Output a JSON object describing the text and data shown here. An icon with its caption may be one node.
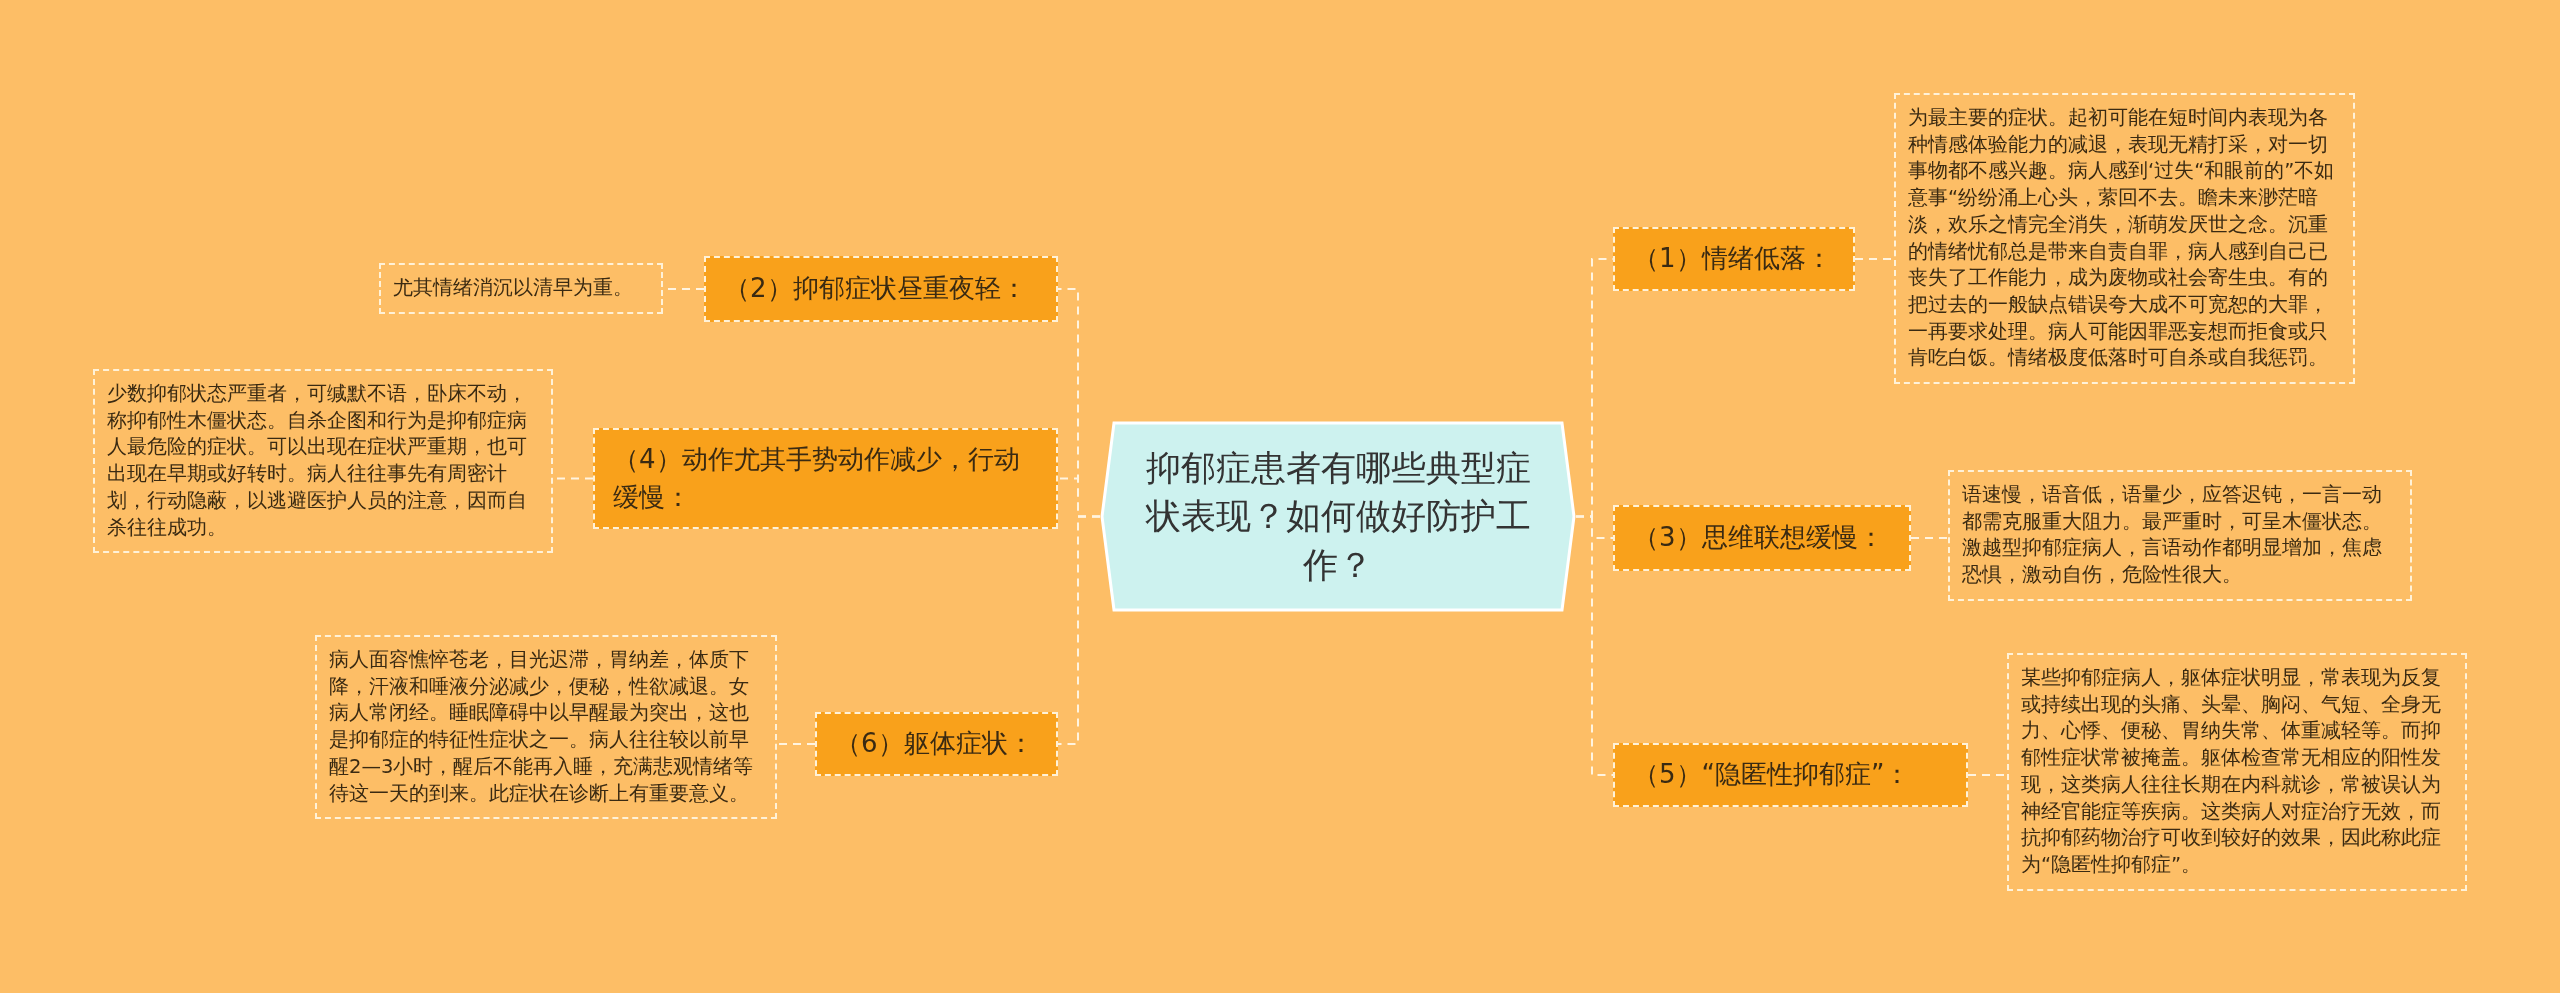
{
  "diagram": {
    "nodes": [
      {
        "text": [
          "抑郁症患者有哪些典型症状表现？如何做好防护工作？"
        ]
      },
      {
        "text": [
          "（1）情绪低落："
        ]
      },
      {
        "text": [
          "为最主要的症状。起初可能在短时间内表现为各种情感体验能力的减退，表现无精打采，对一切事物都不感兴趣。病人感到‘过失“和眼前的”不如意事“纷纷涌上心头，萦回不去。瞻未来渺茫暗淡，欢乐之情完全消失，渐萌发厌世之念。沉重的情绪忧郁总是带来自责自罪，病人感到自己已丧失了工作能力，成为废物或社会寄生虫。有的把过去的一般缺点错误夸大成不可宽恕的大罪，一再要求处理。病人可能因罪恶妄想而拒食或只肯吃白饭。情绪极度低落时可自杀或自我惩罚。"
        ]
      },
      {
        "text": [
          "（2）抑郁症状昼重夜轻："
        ]
      },
      {
        "text": [
          "尤其情绪消沉以清早为重。"
        ]
      },
      {
        "text": [
          "（3）思维联想缓慢："
        ]
      },
      {
        "text": [
          "语速慢，语音低，语量少，应答迟钝，一言一动都需克服重大阻力。最严重时，可呈木僵状态。激越型抑郁症病人，言语动作都明显增加，焦虑恐惧，激动自伤，危险性很大。"
        ]
      },
      {
        "text": [
          "（4）动作尤其手势动作减少，行动缓慢："
        ]
      },
      {
        "text": [
          "少数抑郁状态严重者，可缄默不语，卧床不动，称抑郁性木僵状态。自杀企图和行为是抑郁症病人最危险的症状。可以出现在症状严重期，也可出现在早期或好转时。病人往往事先有周密计划，行动隐蔽，以逃避医护人员的注意，因而自杀往往成功。"
        ]
      },
      {
        "text": [
          "（5）“隐匿性抑郁症”："
        ]
      },
      {
        "text": [
          "某些抑郁症病人，躯体症状明显，常表现为反复或持续出现的头痛、头晕、胸闷、气短、全身无力、心悸、便秘、胃纳失常、体重减轻等。而抑郁性症状常被掩盖。躯体检查常无相应的阳性发现，这类病人往往长期在内科就诊，常被误认为神经官能症等疾病。这类病人对症治疗无效，而抗抑郁药物治疗可收到较好的效果，因此称此症为“隐匿性抑郁症”。"
        ]
      },
      {
        "text": [
          "（6）躯体症状："
        ]
      },
      {
        "text": [
          "病人面容憔悴苍老，目光迟滞，胃纳差，体质下降，汗液和唾液分泌减少，便秘，性欲减退。女病人常闭经。睡眠障碍中以早醒最为突出，这也是抑郁症的特征性症状之一。病人往往较以前早醒2—3小时，醒后不能再入睡，充满悲观情绪等待这一天的到来。此症状在诊断上有重要意义。"
        ]
      }
    ],
    "edges": [
      {
        "from": 0,
        "to": 1,
        "arrow": "none",
        "style": "dashed"
      },
      {
        "from": 1,
        "to": 2,
        "arrow": "none",
        "style": "dashed"
      },
      {
        "from": 0,
        "to": 3,
        "arrow": "none",
        "style": "dashed"
      },
      {
        "from": 3,
        "to": 4,
        "arrow": "none",
        "style": "dashed"
      },
      {
        "from": 0,
        "to": 5,
        "arrow": "none",
        "style": "dashed"
      },
      {
        "from": 5,
        "to": 6,
        "arrow": "none",
        "style": "dashed"
      },
      {
        "from": 0,
        "to": 7,
        "arrow": "none",
        "style": "dashed"
      },
      {
        "from": 7,
        "to": 8,
        "arrow": "none",
        "style": "dashed"
      },
      {
        "from": 0,
        "to": 9,
        "arrow": "none",
        "style": "dashed"
      },
      {
        "from": 9,
        "to": 10,
        "arrow": "none",
        "style": "dashed"
      },
      {
        "from": 0,
        "to": 11,
        "arrow": "none",
        "style": "dashed"
      },
      {
        "from": 11,
        "to": 12,
        "arrow": "none",
        "style": "dashed"
      }
    ]
  }
}
